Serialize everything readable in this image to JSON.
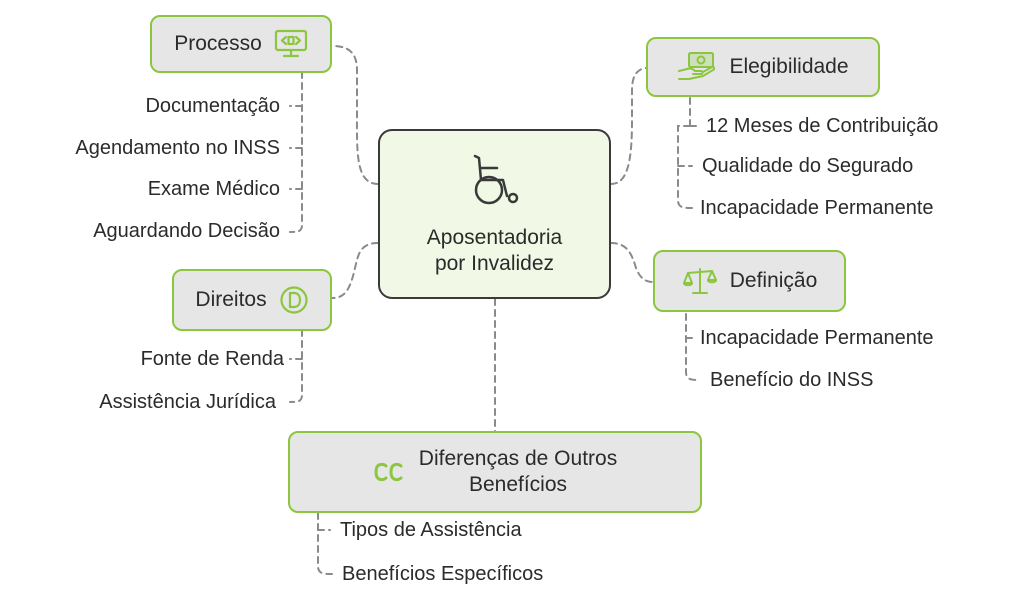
{
  "center": {
    "line1": "Aposentadoria",
    "line2": "por Invalidez",
    "icon": "wheelchair-icon"
  },
  "branches": {
    "processo": {
      "label": "Processo",
      "icon": "monitor-code-icon",
      "items": [
        "Documentação",
        "Agendamento no INSS",
        "Exame Médico",
        "Aguardando Decisão"
      ]
    },
    "direitos": {
      "label": "Direitos",
      "icon": "letter-d-circle-icon",
      "items": [
        "Fonte de Renda",
        "Assistência Jurídica"
      ]
    },
    "elegibilidade": {
      "label": "Elegibilidade",
      "icon": "hand-money-icon",
      "items": [
        "12 Meses de Contribuição",
        "Qualidade do Segurado",
        "Incapacidade Permanente"
      ]
    },
    "definicao": {
      "label": "Definição",
      "icon": "scales-icon",
      "items": [
        "Incapacidade Permanente",
        "Benefício do INSS"
      ]
    },
    "diferencas": {
      "line1": "Diferenças de Outros",
      "line2": "Benefícios",
      "icon": "double-c-icon",
      "items": [
        "Tipos de Assistência",
        "Benefícios Específicos"
      ]
    }
  },
  "colors": {
    "accent": "#8cc63f",
    "node_bg": "#e6e6e6",
    "center_bg": "#f1f8e6",
    "connector": "#888888",
    "text": "#2b2b2b"
  }
}
